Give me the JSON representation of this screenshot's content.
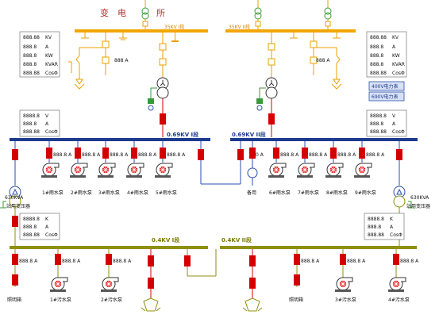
{
  "colors": {
    "bus_35kv": "#f2a600",
    "bus_069kv": "#1d3b8f",
    "bus_04kv": "#8f8f10",
    "wire_orange": "#e8a000",
    "wire_green": "#3a9a3a",
    "wire_blue": "#2b4fb0",
    "breaker_red": "#d40000",
    "motor_red": "#e01010",
    "dark": "#333333"
  },
  "header": {
    "station_chars": [
      "变",
      "电",
      "所"
    ]
  },
  "buses": {
    "kv35_1": "35KV I段",
    "kv35_2": "35KV II段",
    "kv069_1": "0.69KV I段",
    "kv069_2": "0.69KV II段",
    "kv04_1": "0.4KV I段",
    "kv04_2": "0.4KV II段"
  },
  "meters": {
    "m35_left": [
      {
        "v": "888.88",
        "u": "KV"
      },
      {
        "v": "888.8",
        "u": "A"
      },
      {
        "v": "888.8",
        "u": "KW"
      },
      {
        "v": "888.8",
        "u": "KVAR"
      },
      {
        "v": "888.88",
        "u": "CosΦ"
      }
    ],
    "m35_right": [
      {
        "v": "888.88",
        "u": "KV"
      },
      {
        "v": "888.8",
        "u": "A"
      },
      {
        "v": "888.8",
        "u": "KW"
      },
      {
        "v": "888.8",
        "u": "KVAR"
      },
      {
        "v": "888.88",
        "u": "CosΦ"
      }
    ],
    "m069_left": [
      {
        "v": "8888.8",
        "u": "V"
      },
      {
        "v": "888.8",
        "u": "A"
      },
      {
        "v": "888.88",
        "u": "CosΦ"
      }
    ],
    "m069_right": [
      {
        "v": "8888.8",
        "u": "V"
      },
      {
        "v": "888.8",
        "u": "A"
      },
      {
        "v": "888.88",
        "u": "CosΦ"
      }
    ],
    "m04_left": [
      {
        "v": "8888.8",
        "u": "K"
      },
      {
        "v": "888.8",
        "u": "A"
      },
      {
        "v": "888.88",
        "u": "CosΦ"
      }
    ],
    "m04_right": [
      {
        "v": "8888.8",
        "u": "K"
      },
      {
        "v": "888.8",
        "u": "A"
      },
      {
        "v": "888.88",
        "u": "CosΦ"
      }
    ]
  },
  "buttons": {
    "b400v": "400V电力表",
    "b690v": "690V电力表"
  },
  "readings": {
    "a35_left": "888 A",
    "a35_right": "888 A",
    "a_generic": "888.8 A",
    "a_spare": "0 A"
  },
  "transformers": {
    "t_left_kva": "630KVA",
    "t_left_name": "站用变压器",
    "t_right_kva": "630KVA",
    "t_right_name": "站用变压器"
  },
  "loads": {
    "rain_left": [
      "1#雨水泵",
      "2#雨水泵",
      "3#雨水泵",
      "4#雨水泵",
      "5#雨水泵"
    ],
    "rain_right": [
      "备用",
      "6#雨水泵",
      "7#雨水泵",
      "8#雨水泵",
      "9#雨水泵"
    ],
    "low_left": [
      "照明箱",
      "1#污水泵",
      "2#污水泵"
    ],
    "low_right": [
      "照明箱",
      "3#污水泵",
      "4#污水泵"
    ]
  }
}
